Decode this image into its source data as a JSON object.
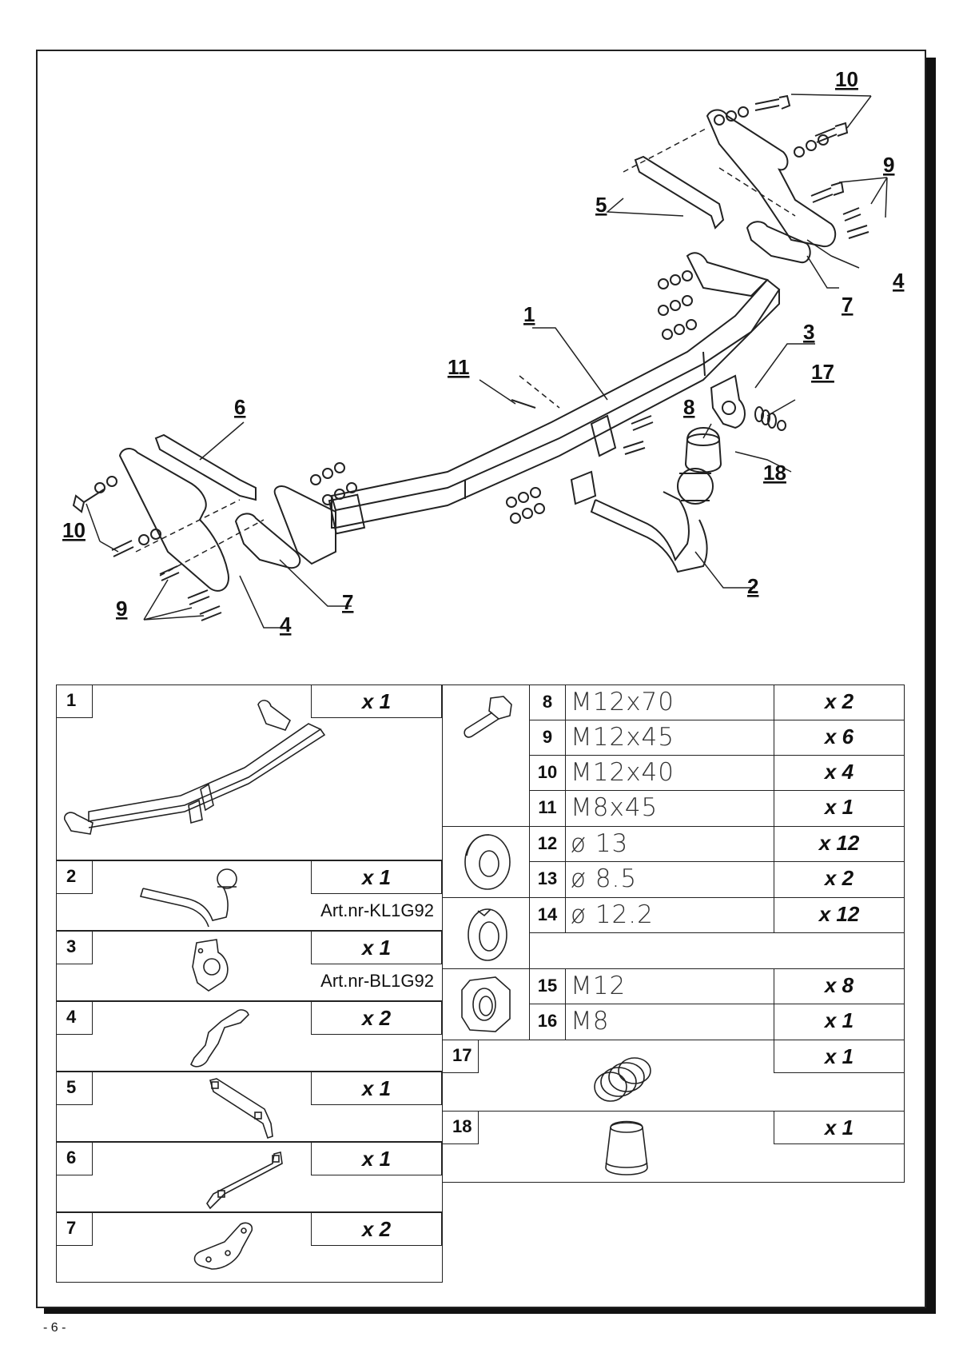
{
  "diagram": {
    "callouts": {
      "c1": "1",
      "c2": "2",
      "c3": "3",
      "c4a": "4",
      "c4b": "4",
      "c5": "5",
      "c6": "6",
      "c7a": "7",
      "c7b": "7",
      "c8": "8",
      "c9a": "9",
      "c9b": "9",
      "c10a": "10",
      "c10b": "10",
      "c11": "11",
      "c17": "17",
      "c18": "18"
    }
  },
  "parts_left": [
    {
      "num": "1",
      "qty": "x 1",
      "icon": "tow-bar-crossmember-icon"
    },
    {
      "num": "2",
      "qty": "x 1",
      "art": "Art.nr-KL1G92",
      "icon": "tow-ball-neck-icon"
    },
    {
      "num": "3",
      "qty": "x 1",
      "art": "Art.nr-BL1G92",
      "icon": "socket-plate-icon"
    },
    {
      "num": "4",
      "qty": "x 2",
      "icon": "side-bracket-icon"
    },
    {
      "num": "5",
      "qty": "x 1",
      "icon": "support-strip-icon"
    },
    {
      "num": "6",
      "qty": "x 1",
      "icon": "support-strip-icon"
    },
    {
      "num": "7",
      "qty": "x 2",
      "icon": "reinforcement-plate-icon"
    }
  ],
  "parts_right": [
    {
      "num": "8",
      "spec": "M12x70",
      "qty": "x 2"
    },
    {
      "num": "9",
      "spec": "M12x45",
      "qty": "x 6"
    },
    {
      "num": "10",
      "spec": "M12x40",
      "qty": "x 4"
    },
    {
      "num": "11",
      "spec": "M8x45",
      "qty": "x 1"
    },
    {
      "num": "12",
      "spec": "ø 13",
      "qty": "x 12"
    },
    {
      "num": "13",
      "spec": "ø 8.5",
      "qty": "x 2"
    },
    {
      "num": "14",
      "spec": "ø 12.2",
      "qty": "x 12"
    },
    {
      "num": "15",
      "spec": "M12",
      "qty": "x 8"
    },
    {
      "num": "16",
      "spec": "M8",
      "qty": "x 1"
    },
    {
      "num": "17",
      "qty": "x 1",
      "icon": "spring-icon"
    },
    {
      "num": "18",
      "qty": "x 1",
      "icon": "ball-cover-cap-icon"
    }
  ],
  "footer": {
    "page": "- 6 -"
  }
}
